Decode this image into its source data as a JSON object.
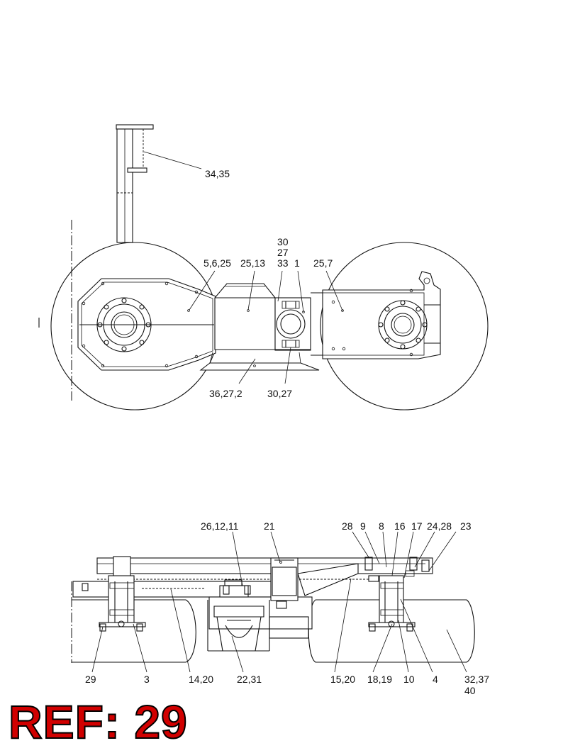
{
  "top_view": {
    "labels": {
      "p34_35": "34,35",
      "p30": "30",
      "p27": "27",
      "p33": "33",
      "p1": "1",
      "p5_6_25": "5,6,25",
      "p25_13": "25,13",
      "p25_7": "25,7",
      "p36_27_2": "36,27,2",
      "p30_27": "30,27"
    }
  },
  "side_view": {
    "labels": {
      "p26_12_11": "26,12,11",
      "p21": "21",
      "p28": "28",
      "p9": "9",
      "p8": "8",
      "p16": "16",
      "p17": "17",
      "p24_28": "24,28",
      "p23": "23",
      "p29": "29",
      "p3": "3",
      "p14_20": "14,20",
      "p22_31": "22,31",
      "p15_20": "15,20",
      "p18_19": "18,19",
      "p10": "10",
      "p4": "4",
      "p32_37": "32,37",
      "p40": "40"
    }
  },
  "ref_text": "REF: 29",
  "colors": {
    "line": "#111111",
    "ref_fill": "#d10000",
    "background": "#ffffff"
  }
}
